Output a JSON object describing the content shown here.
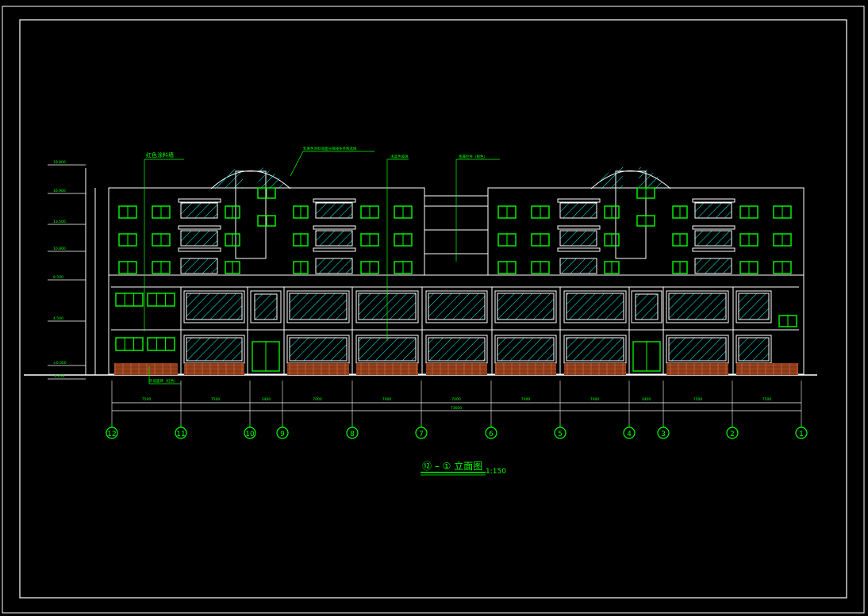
{
  "drawing": {
    "title_axes": "⑫ – ① 立面图",
    "scale": "1:150",
    "grid_axes": [
      "12",
      "11",
      "10",
      "9",
      "8",
      "7",
      "6",
      "5",
      "4",
      "3",
      "2",
      "1"
    ],
    "dimensions_bay": [
      "7500",
      "7500",
      "3400",
      "7000",
      "7000",
      "7000",
      "7000",
      "7000",
      "3400",
      "7500",
      "7500"
    ],
    "dimension_total": "73600",
    "elevations": [
      "19.800",
      "16.900",
      "13.500",
      "10.800",
      "8.500",
      "4.500",
      "±0.000",
      "-0.450"
    ],
    "annotations": {
      "red_paint": "红色涂料墙",
      "roof_note": "乳黄色涂料墙面分隔线条参照选样",
      "glass": "浅蓝色玻璃",
      "railing": "金属栏杆（银色）",
      "base": "外墙面砖（红色）"
    }
  },
  "colors": {
    "background": "#000000",
    "frame": "#ffffff",
    "line": "#ffffff",
    "window": "#00ff00",
    "glass": "#00ffff",
    "brick": "#c85a28",
    "annotation": "#00ff00"
  }
}
